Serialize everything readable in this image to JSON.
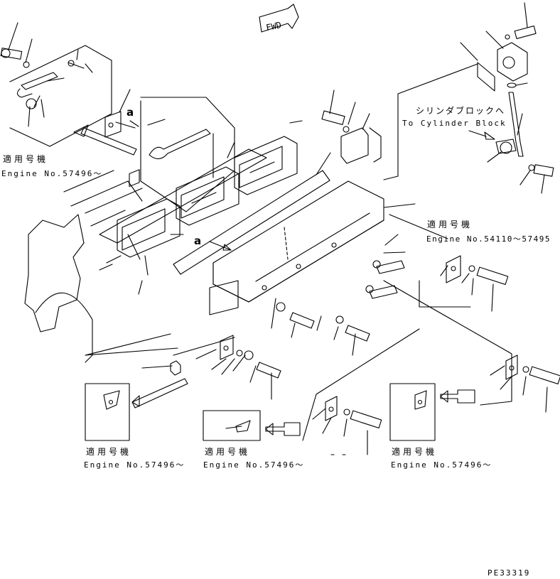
{
  "fwd_sign": "FWD",
  "note_tl": {
    "jp": "適用号機",
    "engine": "Engine No.57496～"
  },
  "note_cyl": {
    "jp": "シリンダブロックへ",
    "en": "To Cylinder Block"
  },
  "note_r": {
    "jp": "適用号機",
    "engine": "Engine No.54110～57495"
  },
  "note_b1": {
    "jp": "適用号機",
    "engine": "Engine No.57496～"
  },
  "note_b2": {
    "jp": "適用号機",
    "engine": "Engine No.57496～"
  },
  "note_b3": {
    "jp": "適用号機",
    "engine": "Engine No.57496～"
  },
  "callout_a1": "a",
  "callout_a2": "a",
  "drawing_code": "PE33319",
  "colors": {
    "ink": "#000000",
    "paper": "#ffffff"
  }
}
